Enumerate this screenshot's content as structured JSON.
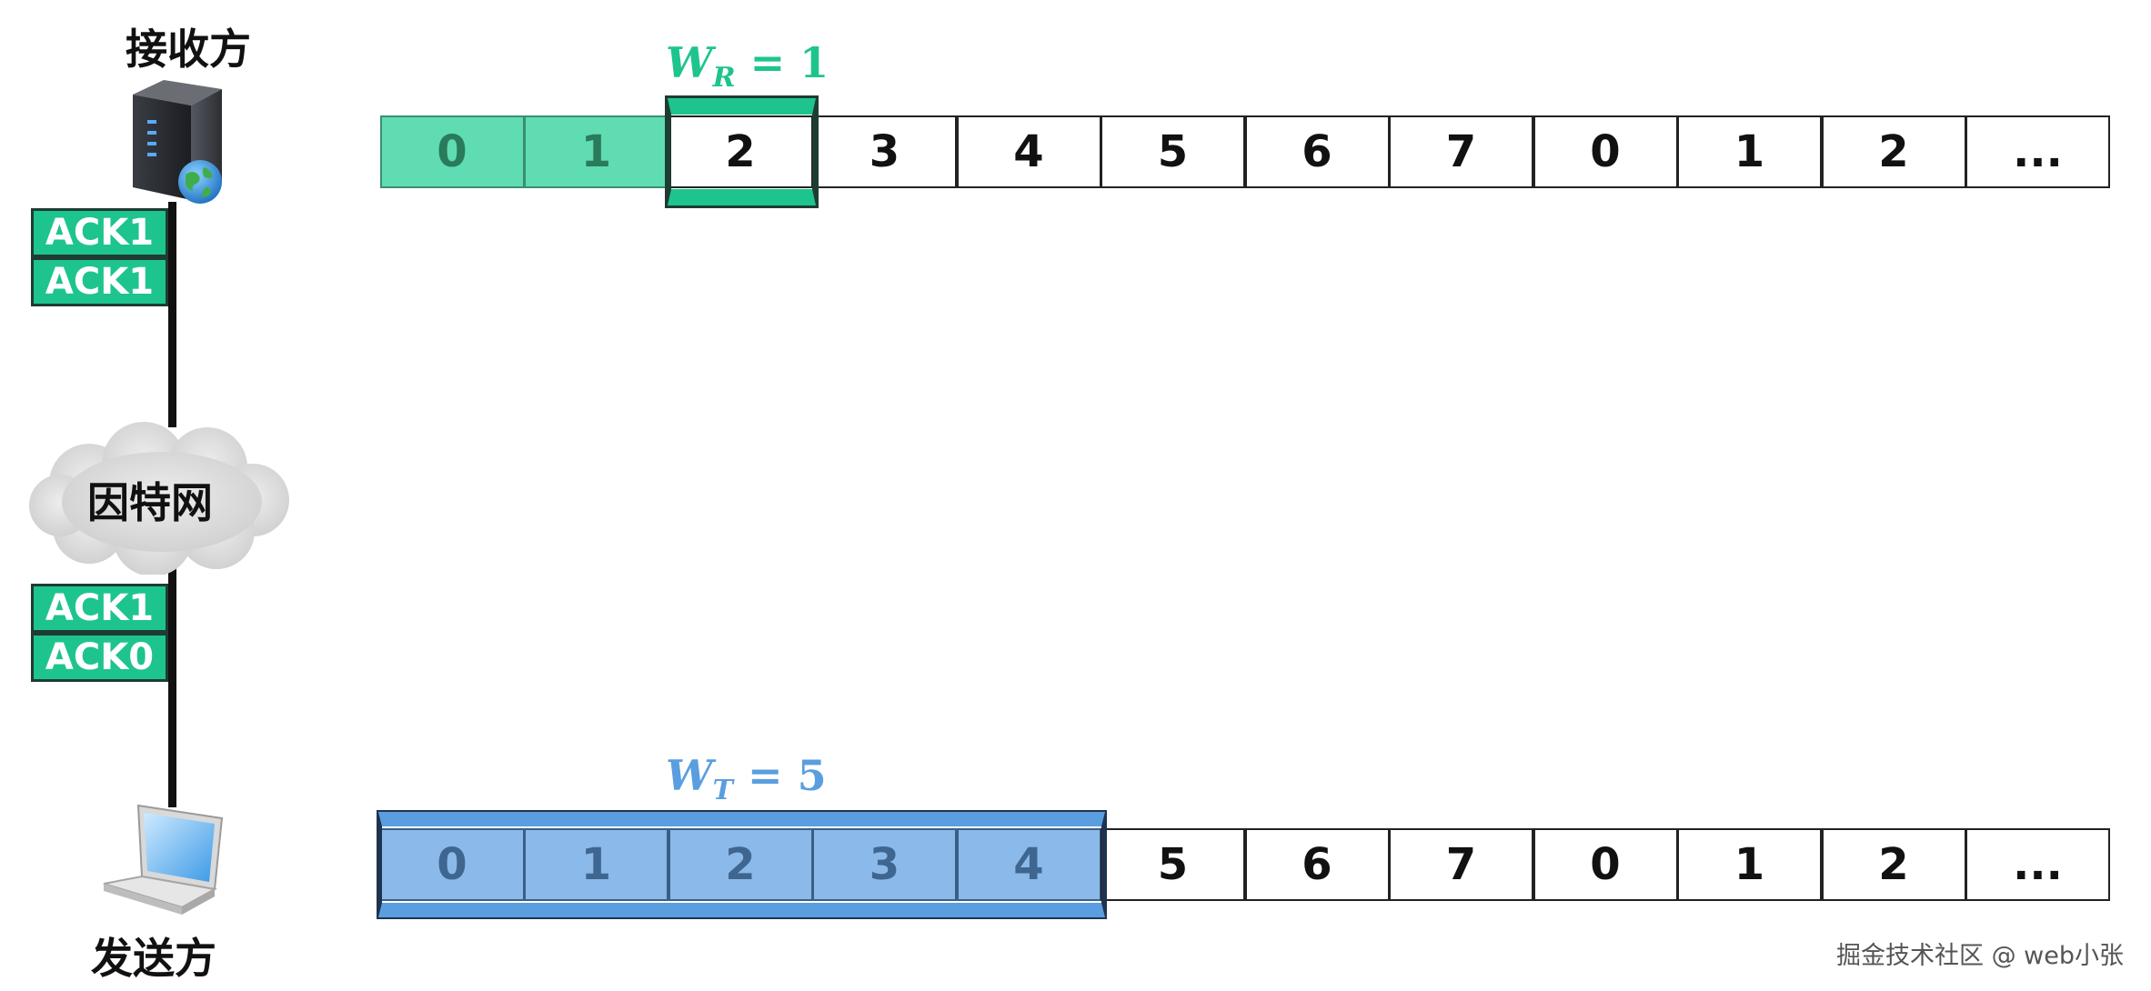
{
  "receiver": {
    "label": "接收方"
  },
  "sender": {
    "label": "发送方"
  },
  "network": {
    "label": "因特网"
  },
  "acks_top": [
    "ACK1",
    "ACK1"
  ],
  "acks_bottom": [
    "ACK1",
    "ACK0"
  ],
  "receiver_window": {
    "var": "W",
    "sub": "R",
    "eq": "= 1",
    "color": "#1ec48e"
  },
  "sender_window": {
    "var": "W",
    "sub": "T",
    "eq": "= 5",
    "color": "#5a9ee0"
  },
  "receiver_sequence": [
    "0",
    "1",
    "2",
    "3",
    "4",
    "5",
    "6",
    "7",
    "0",
    "1",
    "2",
    "..."
  ],
  "sender_sequence": [
    "0",
    "1",
    "2",
    "3",
    "4",
    "5",
    "6",
    "7",
    "0",
    "1",
    "2",
    "..."
  ],
  "receiver_received_count": 2,
  "receiver_window_index": 2,
  "sender_window_start": 0,
  "sender_window_size": 5,
  "watermark": "掘金技术社区 @ web小张"
}
